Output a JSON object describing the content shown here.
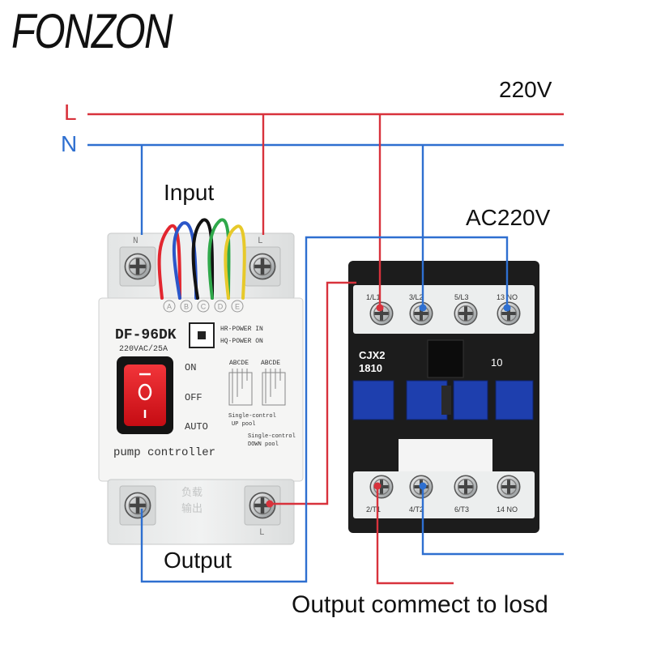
{
  "brand": "FONZON",
  "lines": {
    "live": "L",
    "neutral": "N",
    "voltage": "220V"
  },
  "labels": {
    "input": "Input",
    "output": "Output",
    "coil_voltage": "AC220V",
    "output_load": "Output commect to losd"
  },
  "controller": {
    "model": "DF-96DK",
    "rating": "220VAC/25A",
    "top_terminal_left": "N",
    "top_terminal_right": "L",
    "bottom_terminal_right": "L",
    "sensor_letters": [
      "A",
      "B",
      "C",
      "D",
      "E"
    ],
    "indicators": [
      "HR-POWER IN",
      "HQ-POWER ON"
    ],
    "switch_positions": [
      "ON",
      "OFF",
      "AUTO"
    ],
    "diagram_header_up": "ABCDE",
    "diagram_header_down": "ABCDE",
    "mode_up": [
      "Single-control",
      "UP pool"
    ],
    "mode_down": [
      "Single-control",
      "DOWN pool"
    ],
    "name": "pump controller",
    "chinese_marking": [
      "负载",
      "输出"
    ]
  },
  "contactor": {
    "model_line1": "CJX2",
    "model_line2": "1810",
    "aux_code": "10",
    "top_terminals": [
      "1/L1",
      "3/L2",
      "5/L3",
      "13 NO"
    ],
    "bottom_terminals": [
      "2/T1",
      "4/T2",
      "6/T3",
      "14 NO"
    ]
  },
  "colors": {
    "live": "#d8323c",
    "neutral": "#2e6fd0",
    "contactor_button": "#1e3fae",
    "switch_red": "#e0141c",
    "housing": "#eceeee"
  }
}
